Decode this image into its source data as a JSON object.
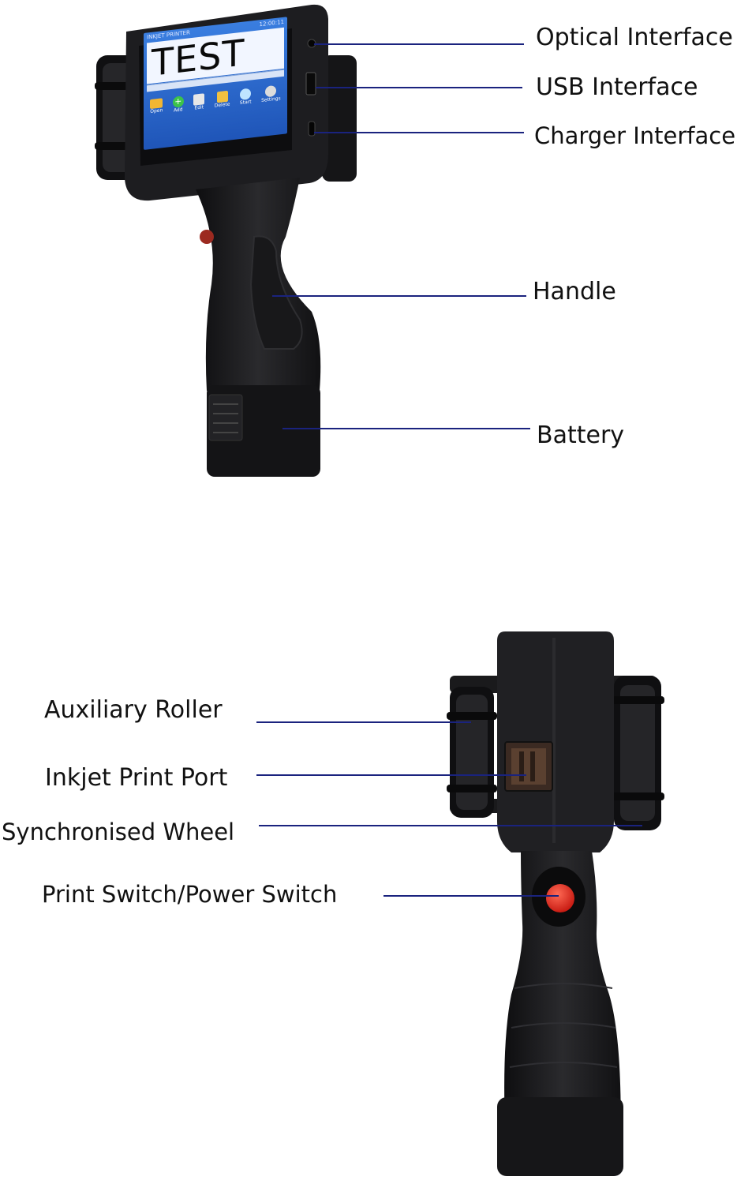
{
  "labels": {
    "optical": "Optical Interface",
    "usb": "USB Interface",
    "charger": "Charger Interface",
    "handle": "Handle",
    "battery": "Battery",
    "aux_roller": "Auxiliary Roller",
    "inkjet_port": "Inkjet Print Port",
    "sync_wheel": "Synchronised Wheel",
    "switch": "Print Switch/Power Switch"
  },
  "screen": {
    "header": "INKJET PRINTER",
    "time": "12:00:11",
    "message": "TEST",
    "buttons": [
      "Open",
      "Add",
      "Edit",
      "Delete",
      "Start",
      "Settings"
    ]
  },
  "colors": {
    "leader_line": "#1a237e",
    "device_body": "#1c1c1e",
    "screen_bg": "#2f6fd6",
    "power_button": "#e0261c"
  }
}
